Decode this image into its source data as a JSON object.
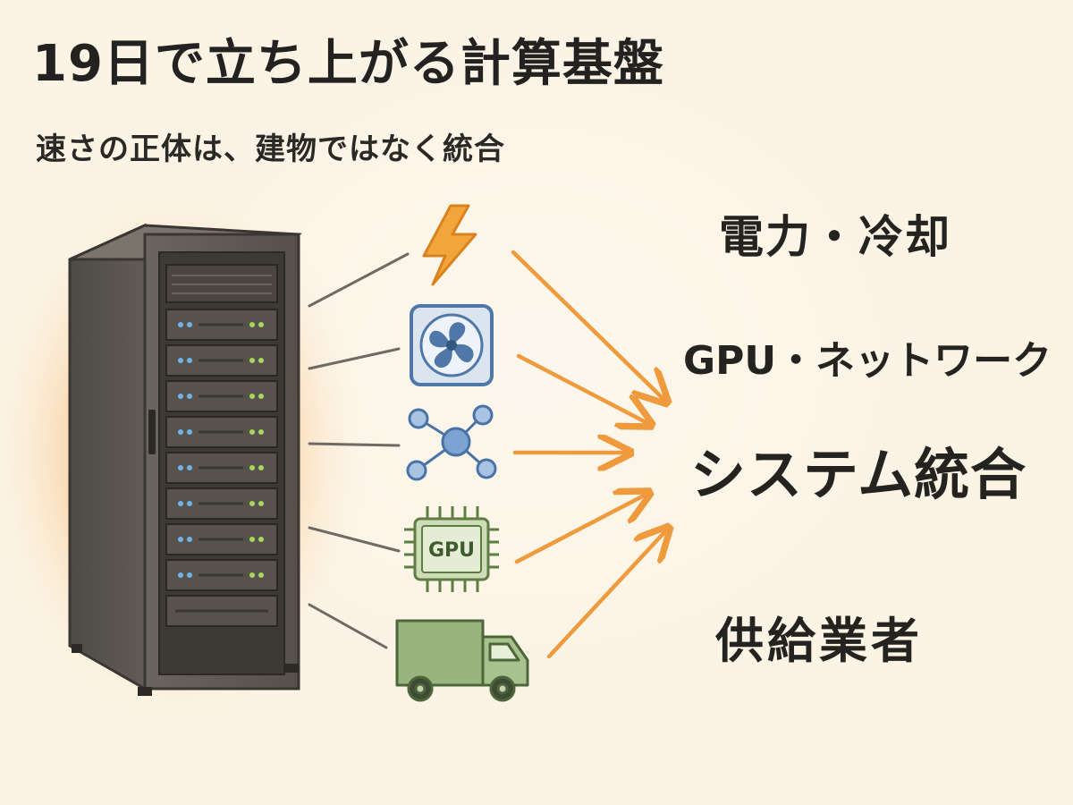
{
  "header": {
    "title": "19日で立ち上がる計算基盤",
    "subtitle": "速さの正体は、建物ではなく統合"
  },
  "labels": {
    "power_cooling": "電力・冷却",
    "gpu_network": "GPU・ネットワーク",
    "system_integration": "システム統合",
    "suppliers": "供給業者"
  },
  "icons": {
    "power": "lightning-bolt-icon",
    "cooling": "fan-icon",
    "network": "network-nodes-icon",
    "gpu": "gpu-chip-icon",
    "gpu_chip_text": "GPU",
    "supplier": "delivery-truck-icon"
  },
  "colors": {
    "background": "#fbf3e3",
    "arrow": "#ef9a3c",
    "glow": "#f6a24a",
    "rack": "#5b5650",
    "fan_blue": "#4f78a8",
    "network_blue": "#5c86bd",
    "gpu_green": "#6a8a4c",
    "truck_green": "#7d9a63",
    "bolt": "#f2a53a"
  }
}
